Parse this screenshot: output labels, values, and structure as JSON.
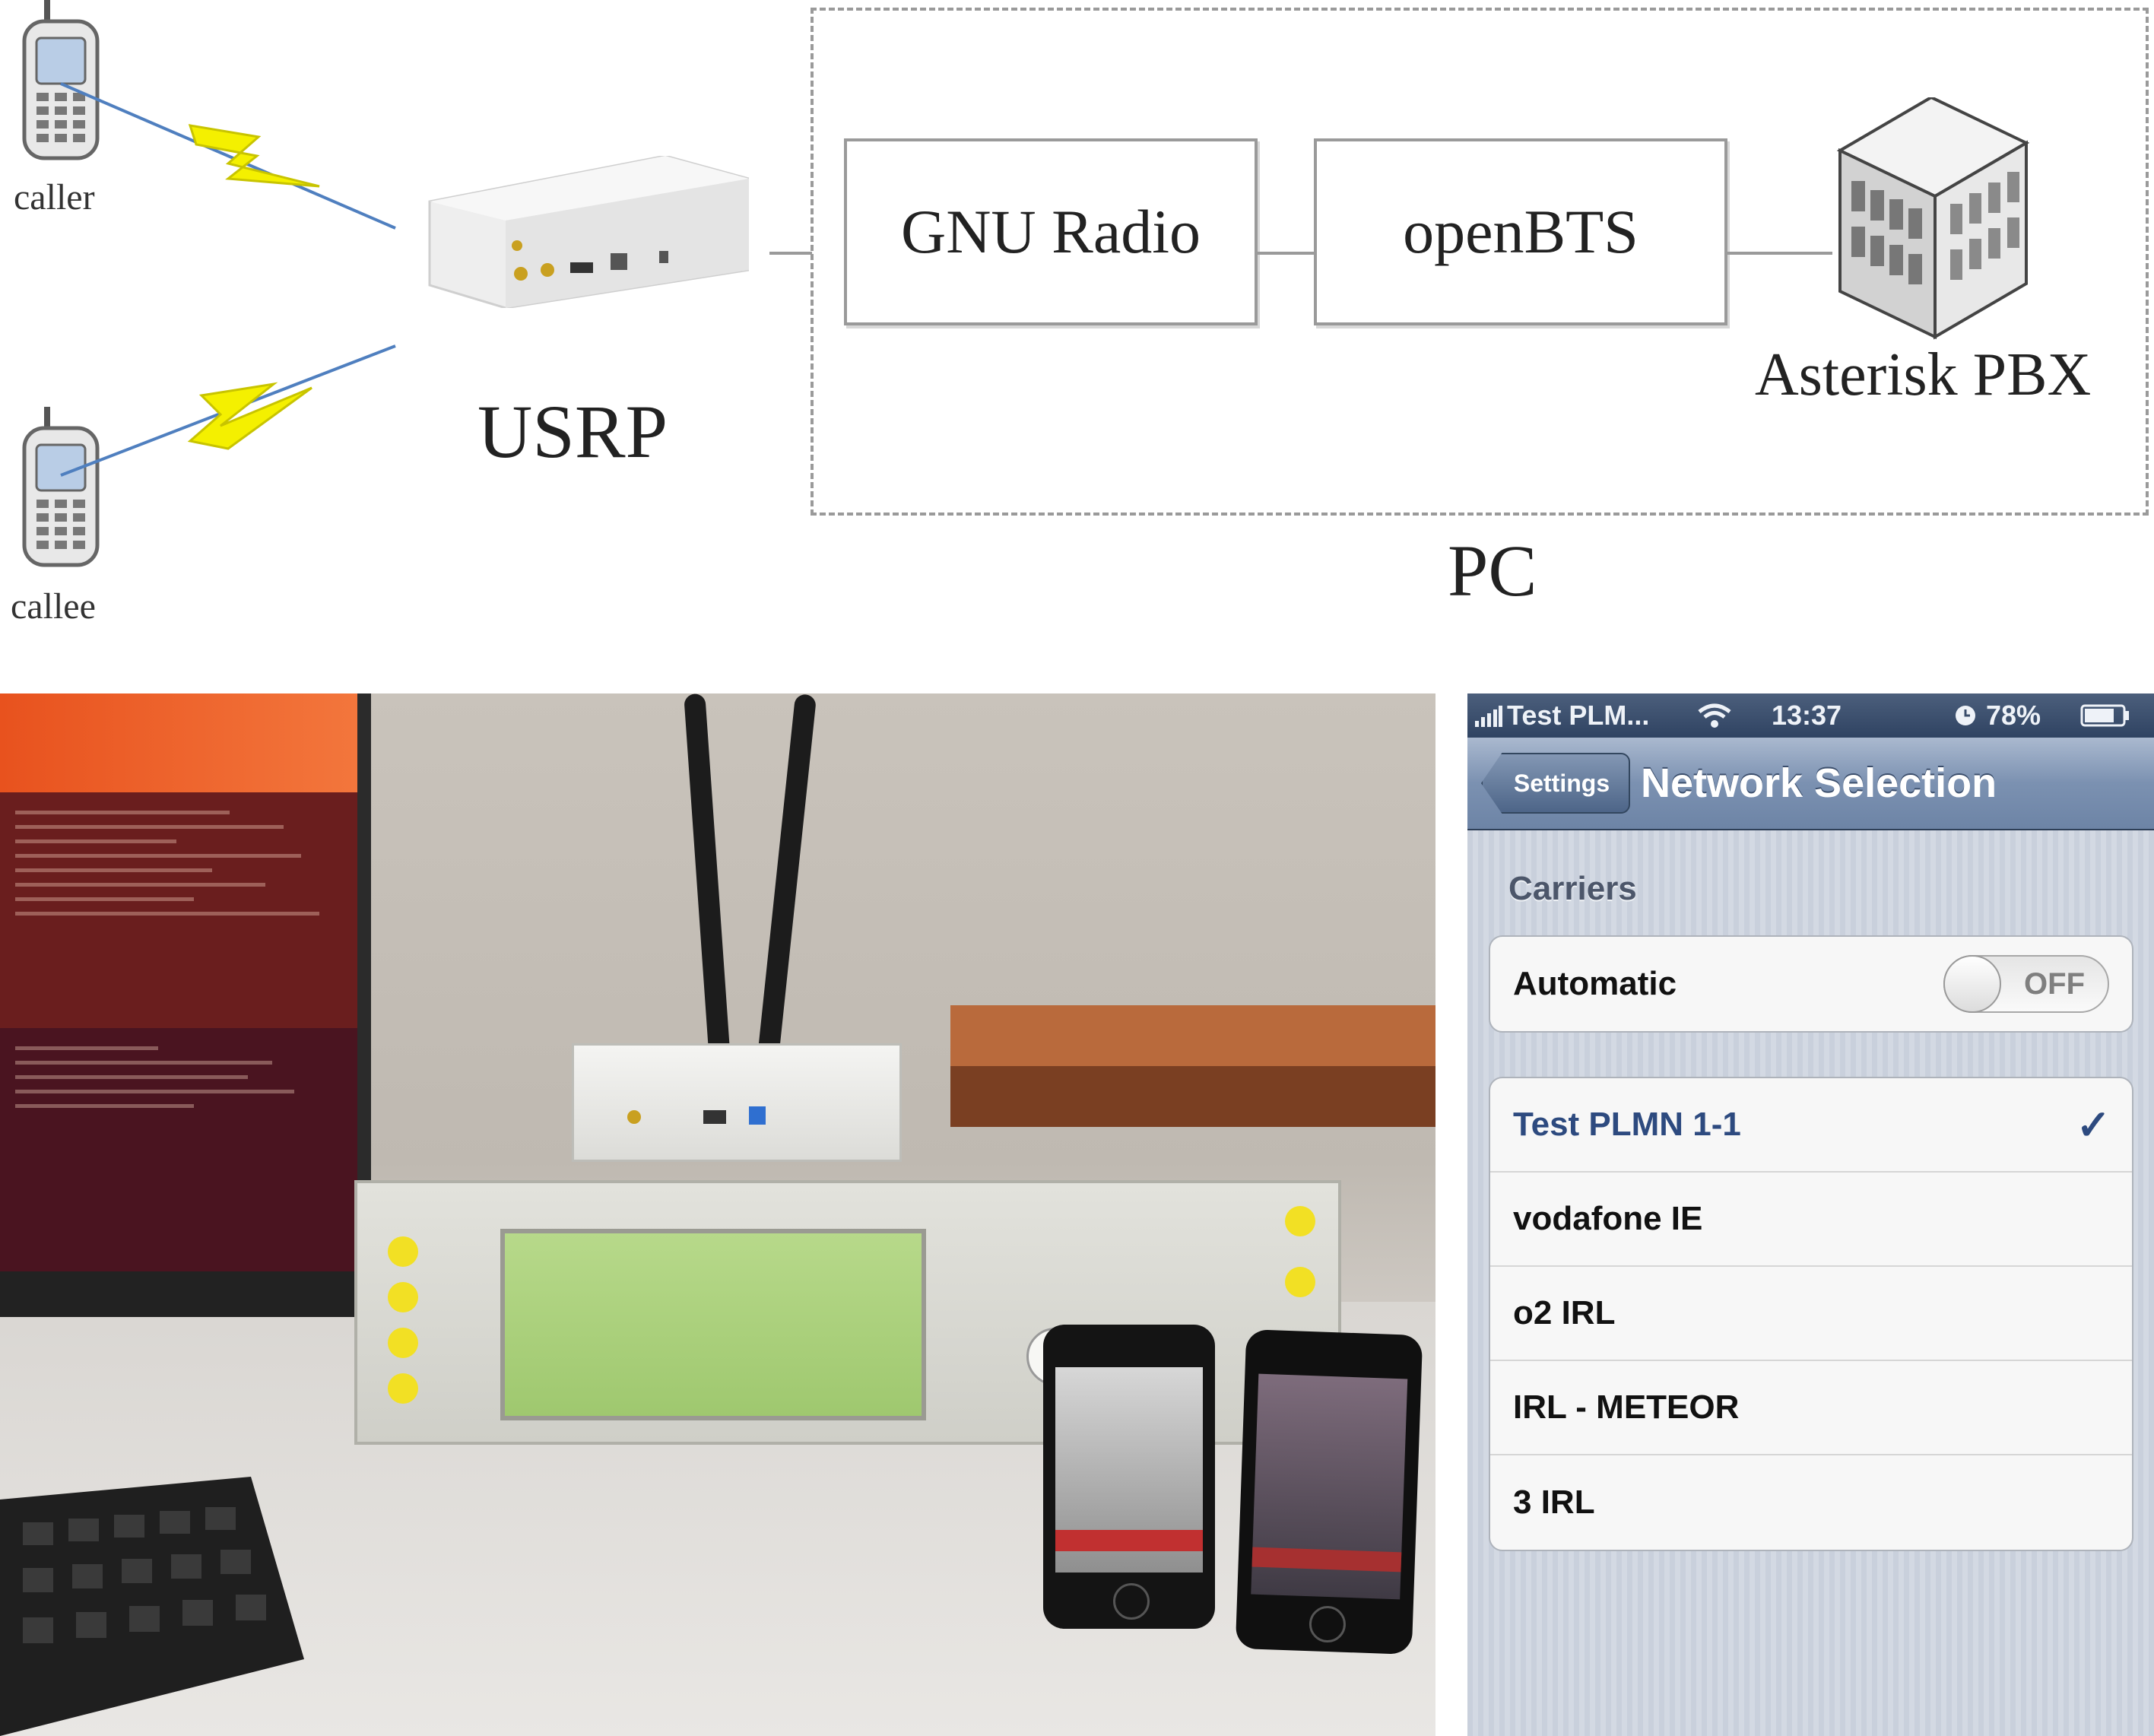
{
  "diagram": {
    "caller_label": "caller",
    "callee_label": "callee",
    "usrp_label": "USRP",
    "gnu_radio_label": "GNU Radio",
    "openbts_label": "openBTS",
    "asterisk_label": "Asterisk PBX",
    "pc_label": "PC"
  },
  "phone": {
    "status": {
      "carrier": "Test PLM...",
      "time": "13:37",
      "battery": "78%"
    },
    "nav": {
      "back_label": "Settings",
      "title": "Network Selection"
    },
    "section_title": "Carriers",
    "automatic": {
      "label": "Automatic",
      "toggle_text": "OFF"
    },
    "carriers": [
      {
        "label": "Test PLMN 1-1",
        "selected": true
      },
      {
        "label": "vodafone IE",
        "selected": false
      },
      {
        "label": "o2 IRL",
        "selected": false
      },
      {
        "label": "IRL - METEOR",
        "selected": false
      },
      {
        "label": "3 IRL",
        "selected": false
      }
    ],
    "colors": {
      "selected": "#2d4a7f",
      "navbar": "#6d84a6"
    }
  }
}
